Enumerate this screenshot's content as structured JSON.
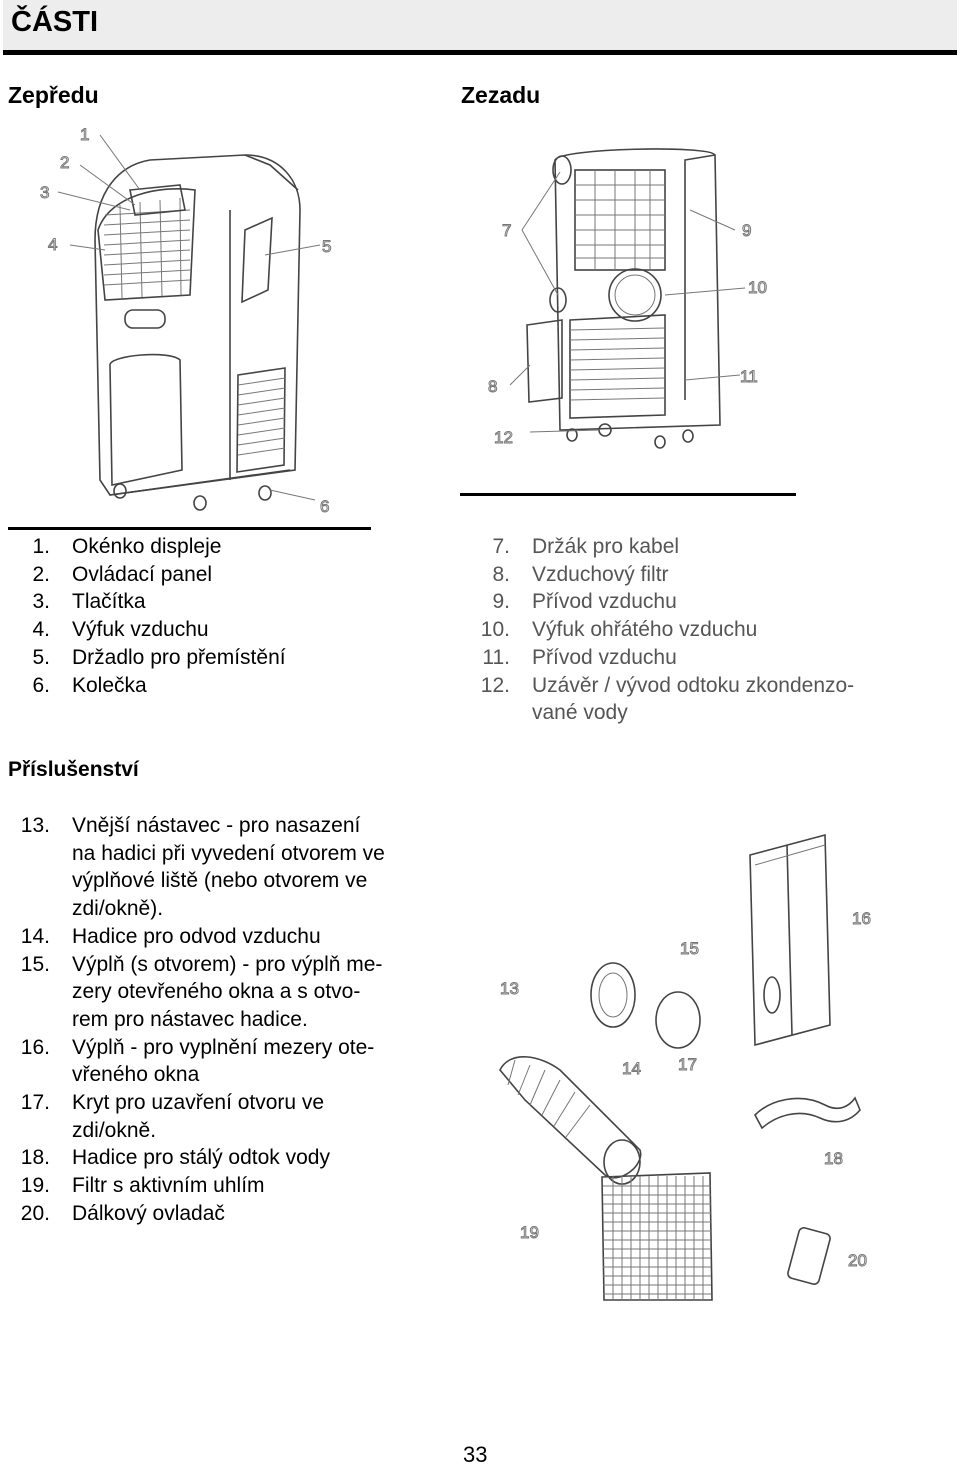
{
  "header": {
    "title": "ČÁSTI"
  },
  "sections": {
    "front": "Zepředu",
    "back": "Zezadu",
    "accessories": "Příslušenství"
  },
  "front_callouts": [
    "1",
    "2",
    "3",
    "4",
    "5",
    "6"
  ],
  "back_callouts": [
    "7",
    "8",
    "9",
    "10",
    "11",
    "12"
  ],
  "accessory_callouts": [
    "13",
    "14",
    "15",
    "16",
    "17",
    "18",
    "19",
    "20"
  ],
  "front_parts": [
    {
      "num": "1.",
      "text": "Okénko displeje"
    },
    {
      "num": "2.",
      "text": "Ovládací panel"
    },
    {
      "num": "3.",
      "text": "Tlačítka"
    },
    {
      "num": "4.",
      "text": "Výfuk vzduchu"
    },
    {
      "num": "5.",
      "text": "Držadlo pro přemístění"
    },
    {
      "num": "6.",
      "text": "Kolečka"
    }
  ],
  "back_parts": [
    {
      "num": "7.",
      "text": "Držák pro kabel"
    },
    {
      "num": "8.",
      "text": "Vzduchový filtr"
    },
    {
      "num": "9.",
      "text": "Přívod vzduchu"
    },
    {
      "num": "10.",
      "text": "Výfuk ohřátého vzduchu"
    },
    {
      "num": "11.",
      "text": "Přívod vzduchu"
    },
    {
      "num": "12.",
      "text": "Uzávěr / vývod odtoku zkondenzo-"
    },
    {
      "num": "",
      "text": "vané vody"
    }
  ],
  "accessories": [
    {
      "num": "13.",
      "text": "Vnější nástavec - pro nasazení"
    },
    {
      "num": "",
      "text": "na hadici při vyvedení otvorem ve"
    },
    {
      "num": "",
      "text": "výplňové liště (nebo otvorem ve"
    },
    {
      "num": "",
      "text": "zdi/okně)."
    },
    {
      "num": "14.",
      "text": "Hadice pro odvod vzduchu"
    },
    {
      "num": "15.",
      "text": "Výplň (s otvorem) - pro výplň me-"
    },
    {
      "num": "",
      "text": "zery otevřeného okna a s otvo-"
    },
    {
      "num": "",
      "text": "rem pro nástavec hadice."
    },
    {
      "num": "16.",
      "text": "Výplň - pro vyplnění mezery ote-"
    },
    {
      "num": "",
      "text": "vřeného okna"
    },
    {
      "num": "17.",
      "text": "Kryt pro uzavření otvoru ve"
    },
    {
      "num": "",
      "text": "zdi/okně."
    },
    {
      "num": "18.",
      "text": "Hadice pro stálý odtok vody"
    },
    {
      "num": "19.",
      "text": "Filtr s aktivním uhlím"
    },
    {
      "num": "20.",
      "text": "Dálkový ovladač"
    }
  ],
  "footer": {
    "page_number": "33"
  }
}
